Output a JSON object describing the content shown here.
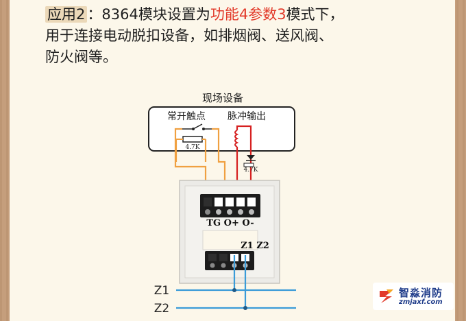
{
  "header": {
    "app_label": "应用2",
    "colon": "：",
    "line1_part1": "8364模块设置为",
    "line1_highlight": "功能4参数3",
    "line1_part2": "模式下，",
    "line2": "用于连接电动脱扣设备，如排烟阀、送风阀、",
    "line3": "防火阀等。"
  },
  "diagram": {
    "field_device_title": "现场设备",
    "normally_open_contact": "常开触点",
    "pulse_output": "脉冲输出",
    "resistor_label_1": "4.7K",
    "resistor_label_2": "4.7K",
    "terminal_labels_top": "TG  O+ O-",
    "terminal_labels_bottom": "Z1 Z2",
    "bus_z1": "Z1",
    "bus_z2": "Z2"
  },
  "watermark": {
    "name": "智淼消防",
    "url": "zmjaxf.com"
  },
  "colors": {
    "orange_wire": "#f0a040",
    "red_wire": "#d62020",
    "blue_wire": "#3a9bd8",
    "highlight_text": "#e23a2a"
  }
}
